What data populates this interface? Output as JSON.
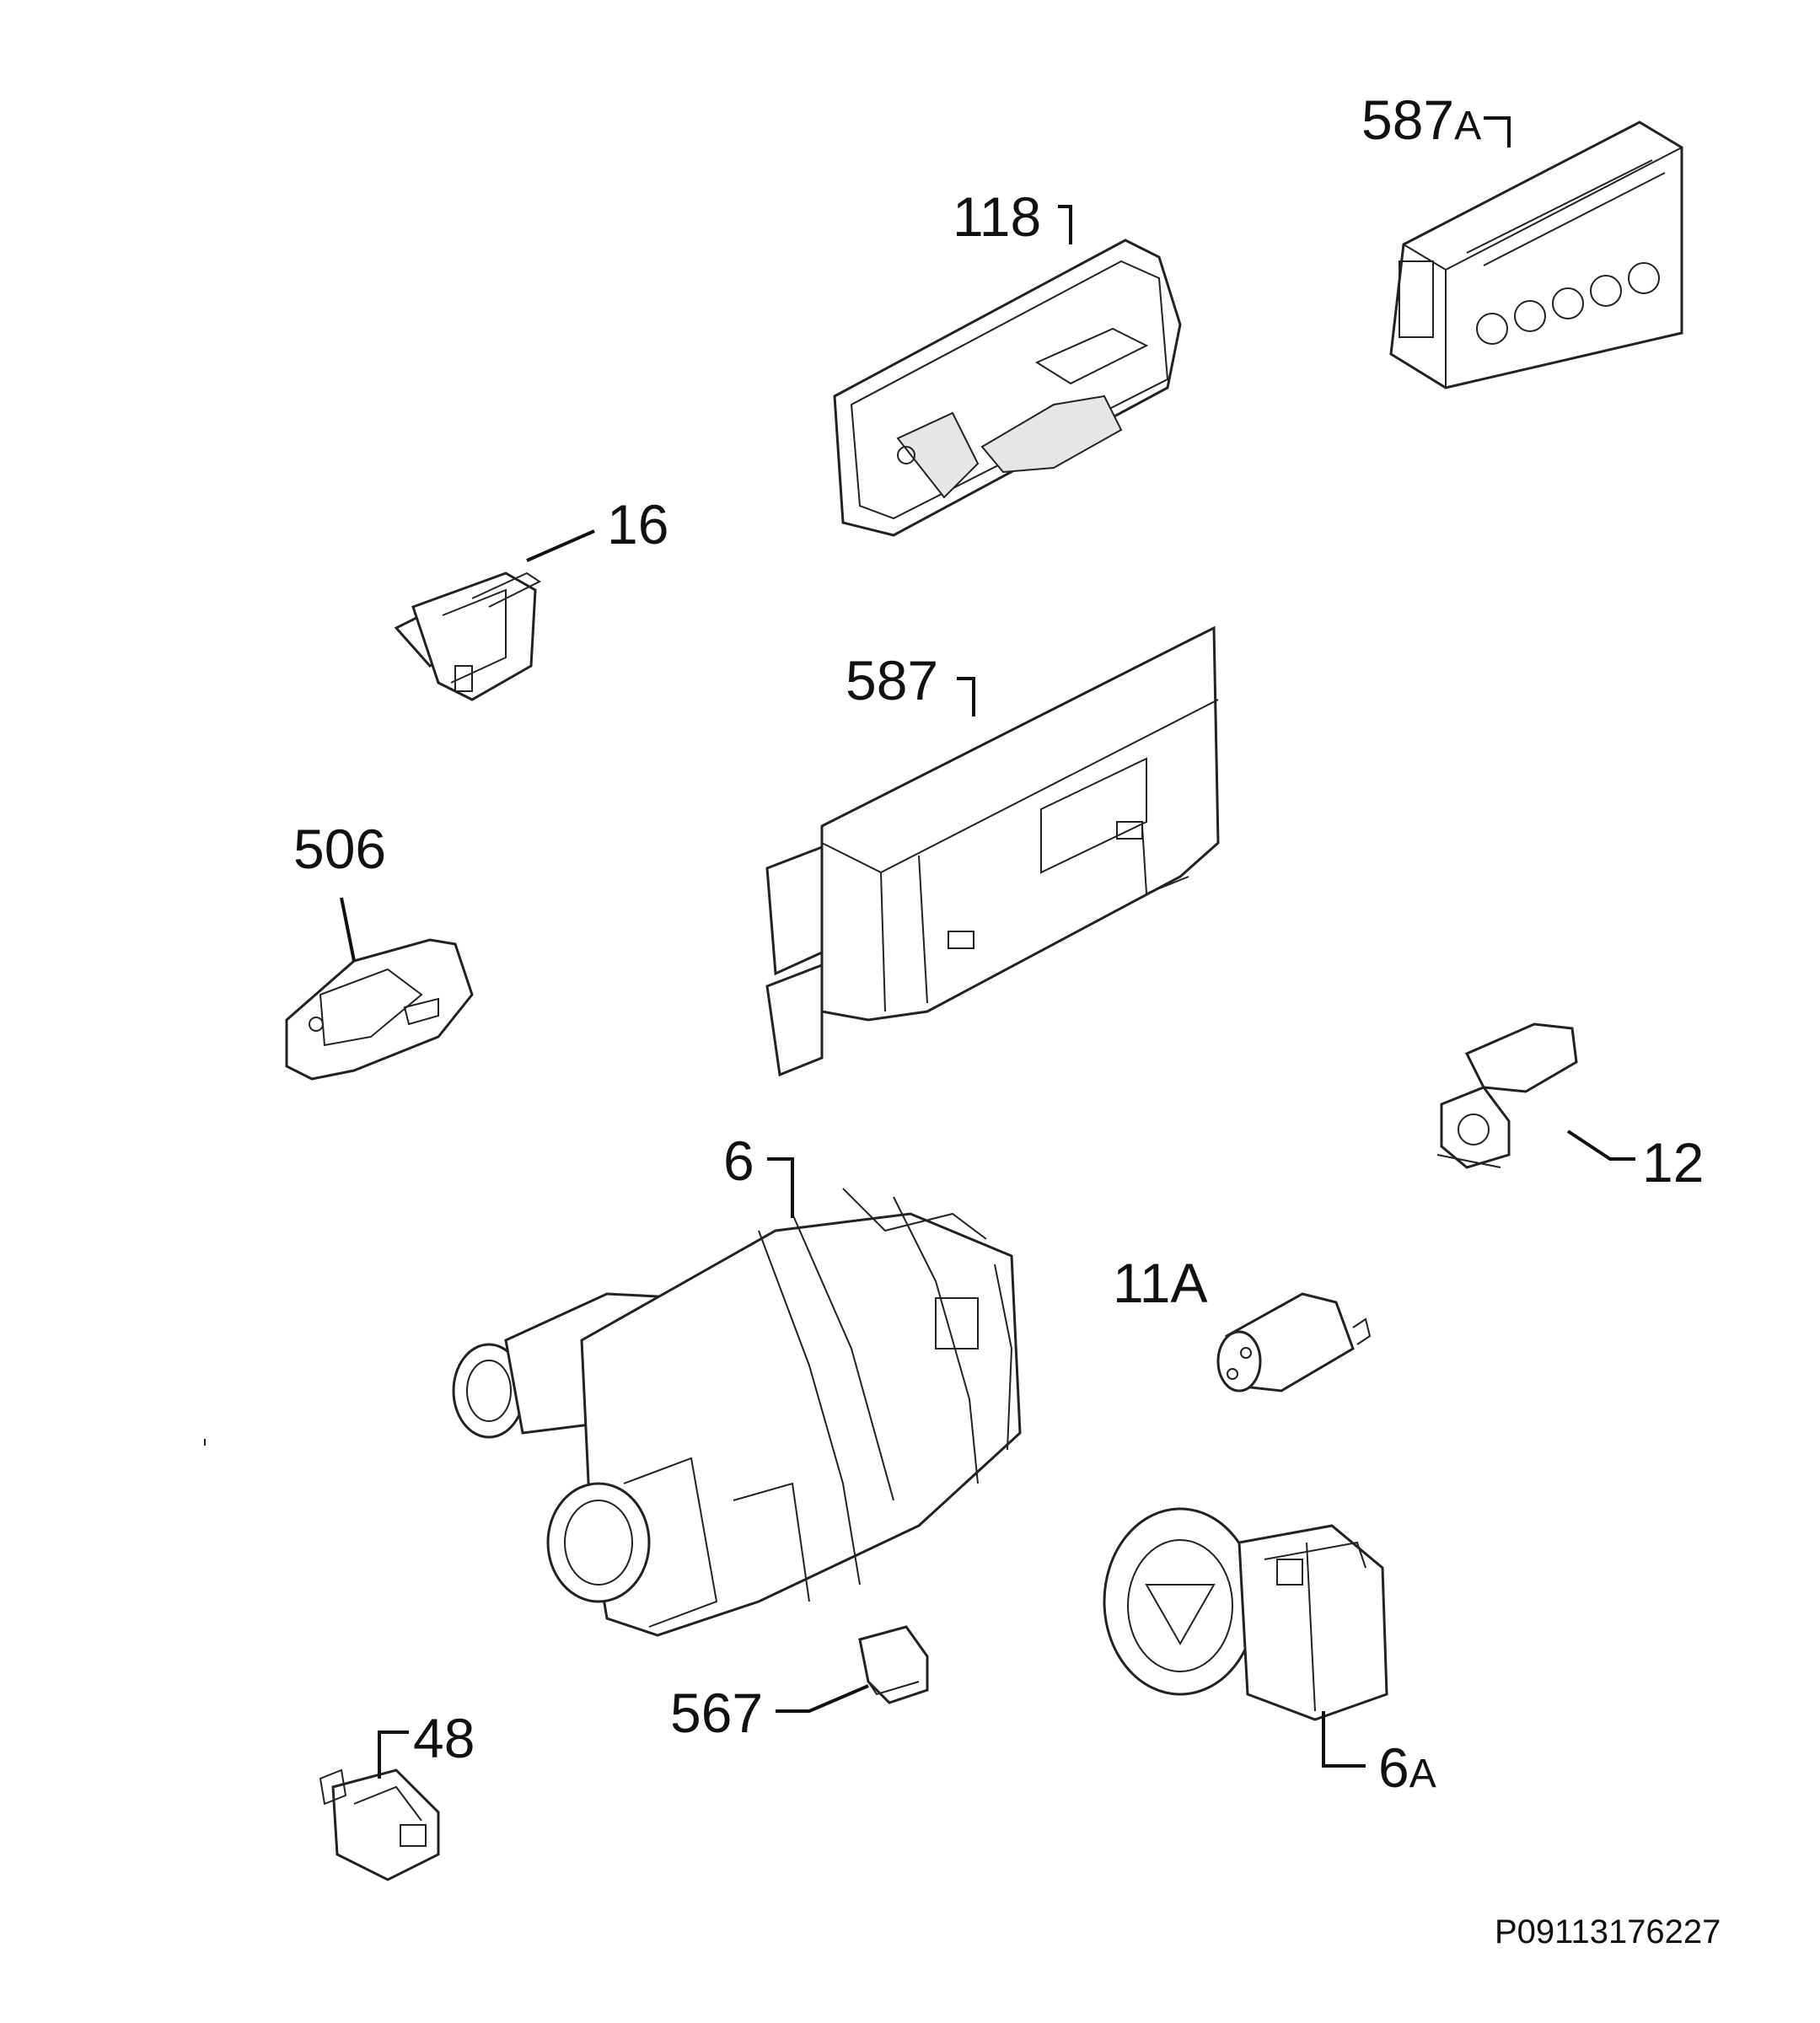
{
  "parts": [
    {
      "id": "587A",
      "num": "587",
      "suffix": "A"
    },
    {
      "id": "118",
      "num": "118",
      "suffix": ""
    },
    {
      "id": "16",
      "num": "16",
      "suffix": ""
    },
    {
      "id": "587",
      "num": "587",
      "suffix": ""
    },
    {
      "id": "506",
      "num": "506",
      "suffix": ""
    },
    {
      "id": "12",
      "num": "12",
      "suffix": ""
    },
    {
      "id": "6",
      "num": "6",
      "suffix": ""
    },
    {
      "id": "11A",
      "num": "11",
      "suffix": "A"
    },
    {
      "id": "567",
      "num": "567",
      "suffix": ""
    },
    {
      "id": "6A",
      "num": "6",
      "suffix": "A"
    },
    {
      "id": "48",
      "num": "48",
      "suffix": ""
    }
  ],
  "reference_code": "P09113176227"
}
